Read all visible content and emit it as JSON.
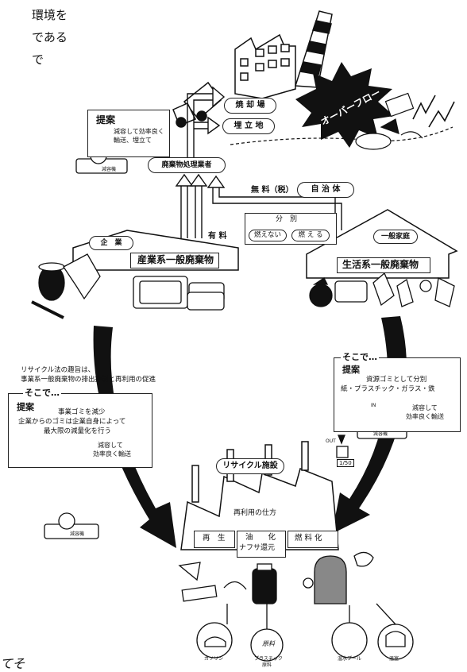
{
  "intro_text": [
    "環境を",
    "である",
    "で"
  ],
  "bottom_left_text": "てそ",
  "facilities": {
    "incineration": "焼 却 場",
    "landfill": "埋 立 地",
    "overflow": "オーバーフロー",
    "waste_contractor": "廃棄物処理業者",
    "recycle_facility": "リサイクル施設"
  },
  "flows": {
    "paid": "有 料",
    "free_tax": "無 料（税）",
    "municipality": "自 治 体"
  },
  "proposal_top": {
    "title": "提案",
    "lines": [
      "減容して効率良く",
      "輸送、埋立て"
    ],
    "machine_label": "減容機"
  },
  "company": {
    "badge": "企　業",
    "waste_label": "産業系一般廃棄物"
  },
  "household": {
    "badge": "一般家庭",
    "waste_label": "生活系一般廃棄物",
    "sort_title": "分　別",
    "non_burnable": "燃えない",
    "burnable": "燃 え る"
  },
  "recycle_law": {
    "lines": [
      "リサイクル法の趣旨は、",
      "事業系一般廃棄物の排出抑制と再利用の促進"
    ]
  },
  "proposal_left": {
    "heading": "そこで…",
    "title": "提案",
    "lines": [
      "事業ゴミを減少",
      "企業からのゴミは企業自身によって",
      "最大限の減量化を行う"
    ],
    "sub_lines": [
      "減容して",
      "効率良く輸送"
    ],
    "machine_label": "減容機"
  },
  "proposal_right": {
    "heading": "そこで…",
    "title": "提案",
    "lines": [
      "資源ゴミとして分別",
      "紙・プラスチック・ガラス・鉄"
    ],
    "sub_lines": [
      "減容して",
      "効率良く輸送"
    ],
    "in_label": "IN",
    "out_label": "OUT",
    "ratio_label": "1/50",
    "machine_label": "減容機"
  },
  "reuse": {
    "title": "再利用の仕方",
    "methods": [
      "再　生",
      "油　　化",
      "ナフサ還元",
      "燃 料 化"
    ]
  },
  "products": [
    "ガソリン",
    "プラスチック",
    "原料",
    "原料",
    "温水プール",
    "温室"
  ]
}
